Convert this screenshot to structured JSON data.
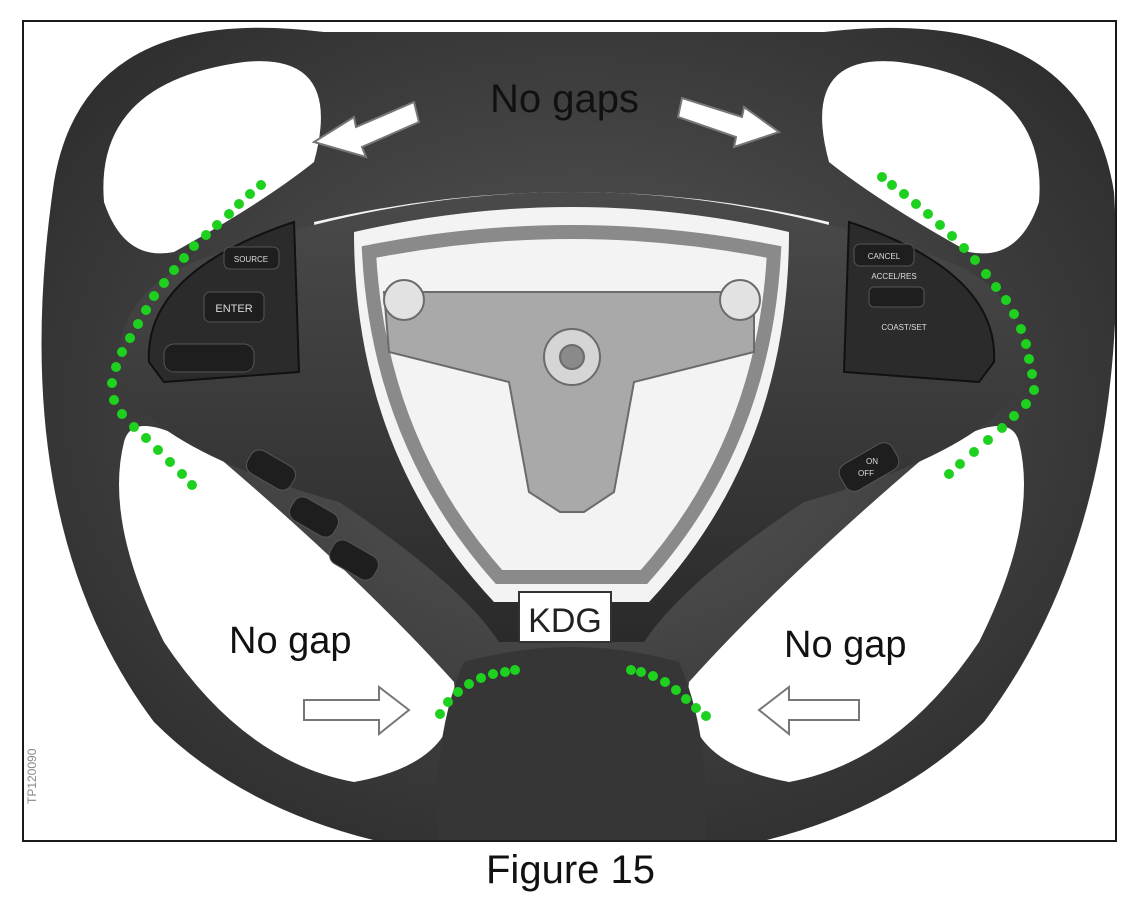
{
  "labels": {
    "top": "No gaps",
    "bottom_left": "No gap",
    "bottom_right": "No gap"
  },
  "part_number": "TP120090",
  "badge_text": "KDG",
  "caption": "Figure 15",
  "buttons": {
    "source": "SOURCE",
    "enter": "ENTER",
    "cancel": "CANCEL",
    "accel_res": "ACCEL/RES",
    "coast_set": "COAST/SET",
    "on": "ON",
    "off": "OFF"
  },
  "colors": {
    "wheel": "#3a3a3a",
    "trim": "#2a2a2a",
    "marker_dots": "#1fd11f",
    "arrow_fill": "#ffffff",
    "arrow_stroke": "#777777"
  }
}
